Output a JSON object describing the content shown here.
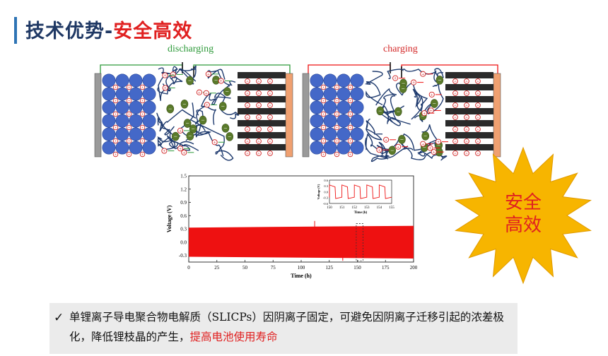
{
  "header": {
    "title_main": "技术优势-",
    "title_highlight": "安全高效"
  },
  "diagram_left": {
    "label": "discharging"
  },
  "diagram_right": {
    "label": "charging"
  },
  "burst": {
    "line1": "安全",
    "line2": "高效"
  },
  "summary": {
    "check": "✓",
    "text": "单锂离子导电聚合物电解质（SLICPs）因阴离子固定，可避免因阴离子迁移引起的浓差极化，降低锂枝晶的产生，",
    "highlight": "提高电池使用寿命"
  },
  "colors": {
    "title": "#1f3864",
    "accent": "#e02020",
    "trace": "#ee1111",
    "burst": "#f7b500",
    "green": "#2e9a3a"
  },
  "chart_data": {
    "type": "line",
    "xlabel": "Time (h)",
    "ylabel": "Voltage (V)",
    "xlim": [
      0,
      200
    ],
    "ylim": [
      -0.45,
      1.5
    ],
    "xticks": [
      0,
      25,
      50,
      75,
      100,
      125,
      150,
      175,
      200
    ],
    "yticks": [
      -0.3,
      0.0,
      0.3,
      0.6,
      0.9,
      1.2,
      1.5
    ],
    "series": [
      {
        "x": [
          0,
          200
        ],
        "upper": [
          0.33,
          0.37
        ],
        "lower": [
          -0.33,
          -0.37
        ]
      }
    ],
    "spikes": [
      {
        "x": 112,
        "y": 0.48
      },
      {
        "x": 137,
        "y": -0.42
      }
    ],
    "inset": {
      "xlabel": "Time (h)",
      "ylabel": "Voltage (V)",
      "xlim": [
        150,
        155
      ],
      "ylim": [
        -0.6,
        0.6
      ],
      "xticks": [
        150,
        151,
        152,
        153,
        154,
        155
      ],
      "yticks": [
        -0.6,
        -0.3,
        0.0,
        0.3,
        0.6
      ],
      "cycles": 5
    }
  }
}
